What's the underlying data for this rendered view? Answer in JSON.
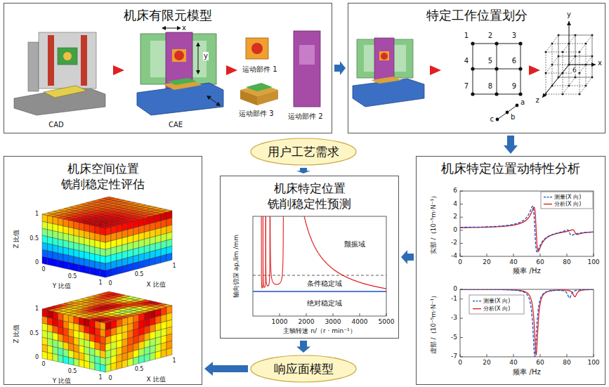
{
  "diagram": {
    "nodes": [
      {
        "text": [
          "机床有限元模型"
        ]
      },
      {
        "text": [
          "特定工作位置划分"
        ]
      },
      {
        "text": [
          "机床特定位置动特性分析"
        ]
      },
      {
        "text": [
          "用户工艺需求"
        ]
      },
      {
        "text": [
          "机床特定位置 铣削稳定性预测"
        ]
      },
      {
        "text": [
          "响应面模型"
        ]
      },
      {
        "text": [
          "机床空间位置 铣削稳定性评估"
        ]
      }
    ],
    "edges": [
      {
        "from": 0,
        "to": 1,
        "arrow": "to"
      },
      {
        "from": 1,
        "to": 2,
        "arrow": "to"
      },
      {
        "from": 2,
        "to": 4,
        "arrow": "to"
      },
      {
        "from": 3,
        "to": 4,
        "arrow": "to"
      },
      {
        "from": 4,
        "to": 5,
        "arrow": "to"
      },
      {
        "from": 5,
        "to": 6,
        "arrow": "to"
      }
    ],
    "labels": [
      "CAD",
      "CAE",
      "x",
      "y",
      "运动部件 1",
      "运动部件 3",
      "运动部件 2",
      "1",
      "2",
      "3",
      "4",
      "5",
      "6",
      "7",
      "8",
      "9",
      "a",
      "b",
      "c",
      "y",
      "x",
      "z",
      "6",
      "实部 /（10⁻⁵m·N⁻¹）",
      "6",
      "4",
      "2",
      "0",
      "-2",
      "-4",
      "0",
      "20",
      "40",
      "60",
      "80",
      "100",
      "频率 /Hz",
      "虚部 /（10⁻⁵m·N⁻¹）",
      "0",
      "-1",
      "-3",
      "-5",
      "-7",
      "0",
      "20",
      "40",
      "60",
      "80",
      "100",
      "频率 /Hz",
      "轴向切深 ap,lim /mm",
      "1000",
      "2000",
      "3000",
      "4000",
      "5000",
      "主轴转速 n/（r · min⁻¹）",
      "颤振域",
      "条件稳定域",
      "绝对稳定域",
      "Z 比值",
      "1",
      "0.5",
      "0",
      "Y 比值",
      "0",
      "0.5",
      "1",
      "X 比值",
      "0",
      "0.5",
      "1",
      "Z 比值",
      "1",
      "0.5",
      "0",
      "Y 比值",
      "0",
      "0.5",
      "1",
      "X 比值",
      "0",
      "0.5",
      "1"
    ],
    "legend": [
      {
        "text": "测量(X 向)"
      },
      {
        "text": "分析(X 向)"
      },
      {
        "text": "测量(X 向)"
      },
      {
        "text": "分析(X 向)"
      }
    ]
  }
}
